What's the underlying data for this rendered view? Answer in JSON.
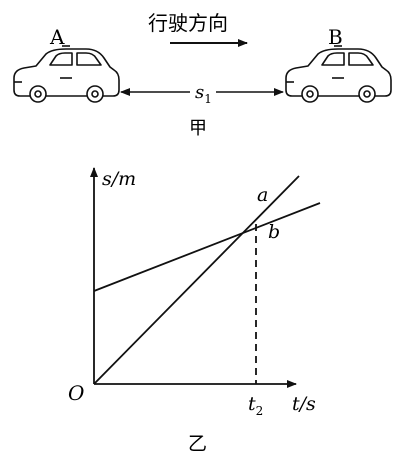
{
  "top_figure": {
    "direction_text": "行驶方向",
    "car_a_label": "A",
    "car_b_label": "B",
    "distance_label": "s",
    "distance_subscript": "1",
    "caption": "甲"
  },
  "graph_figure": {
    "y_axis_label": "s/m",
    "x_axis_label": "t/s",
    "origin_label": "O",
    "t2_label": "t",
    "t2_subscript": "2",
    "line_a_label": "a",
    "line_b_label": "b",
    "caption": "乙"
  }
}
